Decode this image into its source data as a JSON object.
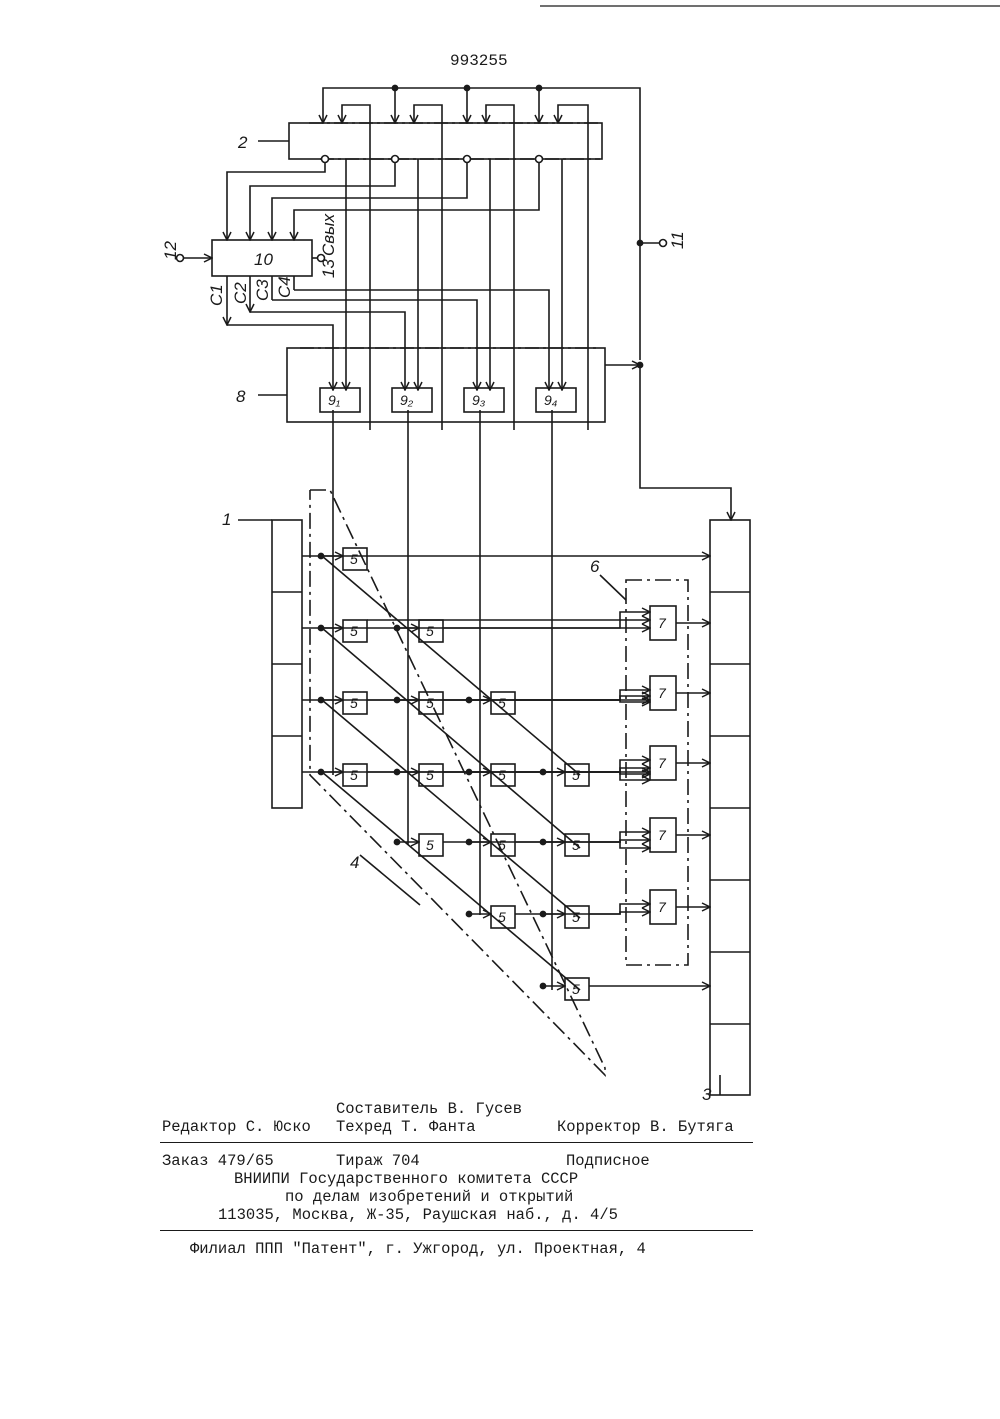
{
  "document": {
    "patent_number": "993255"
  },
  "diagram": {
    "labels": {
      "register_1": "1",
      "block_2": "2",
      "register_3": "3",
      "group_4": "4",
      "group_6": "6",
      "block_8": "8",
      "control_10": "10",
      "terminal_11": "11",
      "terminal_12": "12",
      "output_13": "13",
      "output_name": "Свых",
      "out_c1": "C1",
      "out_c2": "C2",
      "out_c3": "C3",
      "out_c4": "C4"
    },
    "shift_unit_label": "5",
    "adder_label": "7",
    "switch_units": [
      "9₁",
      "9₂",
      "9₃",
      "9₄"
    ]
  },
  "footer": {
    "compiler": "Составитель В. Гусев",
    "editor": "Редактор С. Юско",
    "techeditor": "Техред Т. Фанта",
    "corrector": "Корректор В. Бутяга",
    "order": "Заказ 479/65",
    "circulation": "Тираж 704",
    "subscription": "Подписное",
    "org1": "ВНИИПИ Государственного комитета СССР",
    "org2": "по делам изобретений и открытий",
    "address": "113035, Москва, Ж-35, Раушская наб., д. 4/5",
    "branch": "Филиал ППП \"Патент\", г. Ужгород, ул. Проектная, 4"
  }
}
